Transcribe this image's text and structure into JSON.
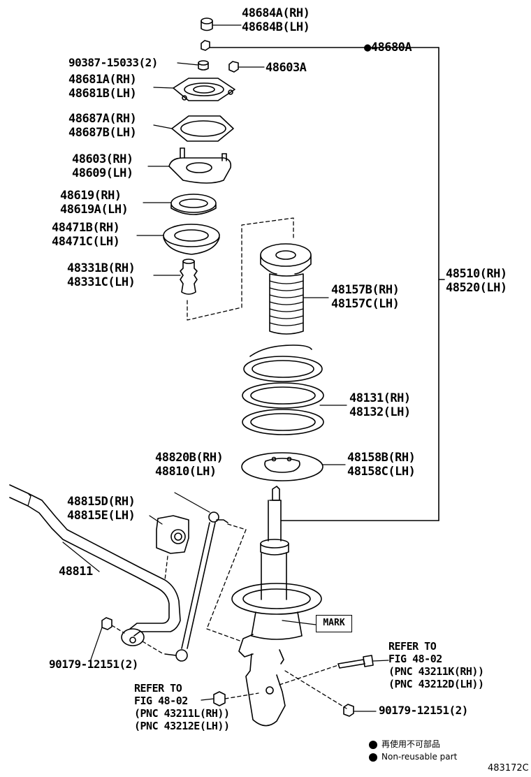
{
  "labels": {
    "p48684": [
      "48684A(RH)",
      "48684B(LH)"
    ],
    "p48680": "●48680A",
    "p90387": "90387-15033(2)",
    "p48603A": "48603A",
    "p48681": [
      "48681A(RH)",
      "48681B(LH)"
    ],
    "p48687": [
      "48687A(RH)",
      "48687B(LH)"
    ],
    "p48603": [
      "48603(RH)",
      "48609(LH)"
    ],
    "p48619": [
      "48619(RH)",
      "48619A(LH)"
    ],
    "p48471": [
      "48471B(RH)",
      "48471C(LH)"
    ],
    "p48331": [
      "48331B(RH)",
      "48331C(LH)"
    ],
    "p48510": [
      "48510(RH)",
      "48520(LH)"
    ],
    "p48157": [
      "48157B(RH)",
      "48157C(LH)"
    ],
    "p48131": [
      "48131(RH)",
      "48132(LH)"
    ],
    "p48158": [
      "48158B(RH)",
      "48158C(LH)"
    ],
    "p48820": [
      "48820B(RH)",
      "48810(LH)"
    ],
    "p48815": [
      "48815D(RH)",
      "48815E(LH)"
    ],
    "p48811": "48811",
    "p90179a": "90179-12151(2)",
    "p90179b": "90179-12151(2)",
    "mark": "MARK",
    "refer1": [
      "REFER TO",
      "FIG 48-02",
      "(PNC 43211K(RH))",
      "(PNC 43212D(LH))"
    ],
    "refer2": [
      "REFER TO",
      "FIG 48-02",
      "(PNC 43211L(RH))",
      "(PNC 43212E(LH))"
    ]
  },
  "legend": {
    "jp": "再使用不可部品",
    "en": "Non-reusable part"
  },
  "figure_id": "483172C"
}
